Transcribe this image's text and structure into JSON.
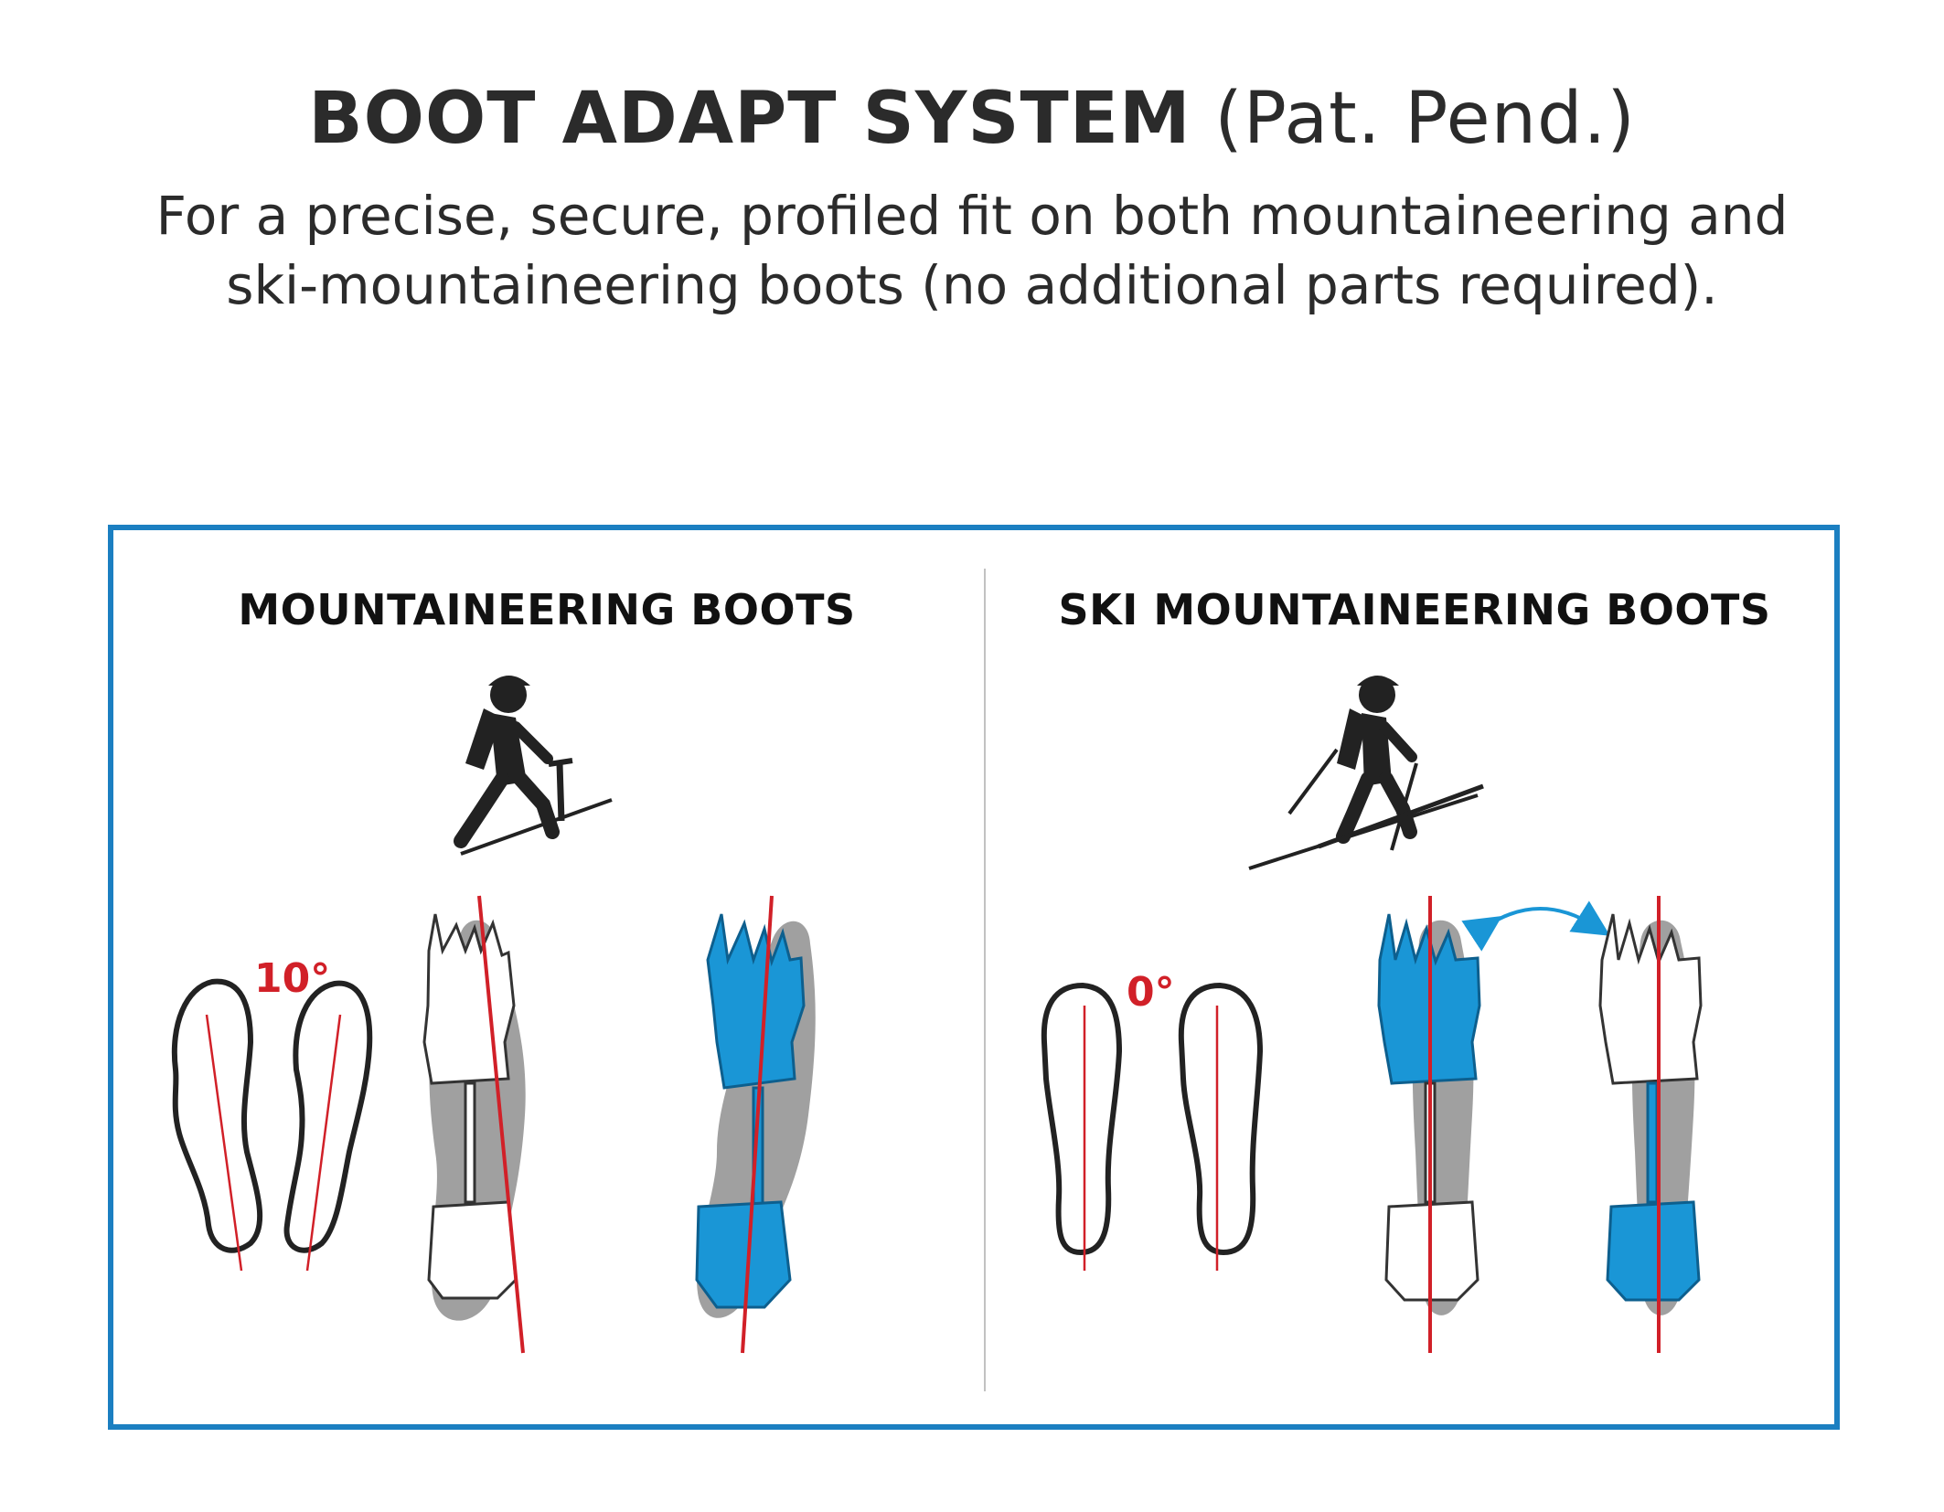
{
  "header": {
    "title_bold": "BOOT ADAPT SYSTEM",
    "title_rest": "(Pat. Pend.)",
    "subtitle_line1": "For a precise, secure, profiled fit on both mountaineering and",
    "subtitle_line2": "ski-mountaineering boots (no additional parts required)."
  },
  "left": {
    "title": "MOUNTAINEERING BOOTS",
    "angle": "10°",
    "icon": "mountaineer-with-ice-axe-icon"
  },
  "right": {
    "title": "SKI MOUNTAINEERING BOOTS",
    "angle": "0°",
    "icon": "ski-mountaineer-icon"
  },
  "colors": {
    "frame": "#1b7fc1",
    "accent": "#d12028",
    "crampon_blue": "#1a96d6",
    "sole_gray": "#9a9a9a"
  }
}
